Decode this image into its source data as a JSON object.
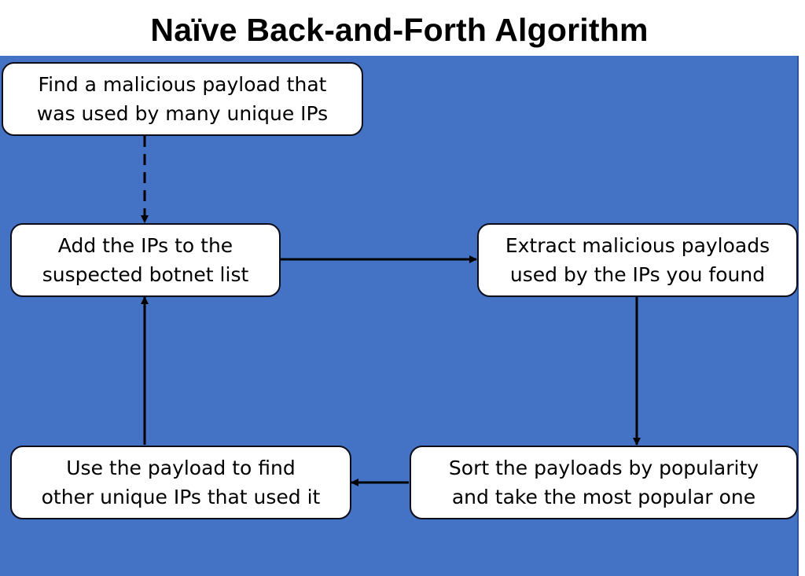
{
  "title": "Naïve Back-and-Forth Algorithm",
  "colors": {
    "background": "#4472c4",
    "box_fill": "#ffffff",
    "box_border": "#0d0d1a",
    "arrow": "#000000"
  },
  "nodes": [
    {
      "id": "find-payload",
      "lines": [
        "Find a malicious payload that",
        "was used by many unique IPs"
      ]
    },
    {
      "id": "add-ips",
      "lines": [
        "Add the IPs to the",
        "suspected botnet list"
      ]
    },
    {
      "id": "extract-payloads",
      "lines": [
        "Extract malicious payloads",
        "used by the IPs you found"
      ]
    },
    {
      "id": "use-payload",
      "lines": [
        "Use the payload to find",
        "other unique IPs that used it"
      ]
    },
    {
      "id": "sort-payloads",
      "lines": [
        "Sort the payloads by popularity",
        "and take the most popular one"
      ]
    }
  ],
  "edges": [
    {
      "from": "find-payload",
      "to": "add-ips",
      "style": "dashed"
    },
    {
      "from": "add-ips",
      "to": "extract-payloads",
      "style": "solid"
    },
    {
      "from": "extract-payloads",
      "to": "sort-payloads",
      "style": "solid"
    },
    {
      "from": "sort-payloads",
      "to": "use-payload",
      "style": "solid"
    },
    {
      "from": "use-payload",
      "to": "add-ips",
      "style": "solid"
    }
  ]
}
